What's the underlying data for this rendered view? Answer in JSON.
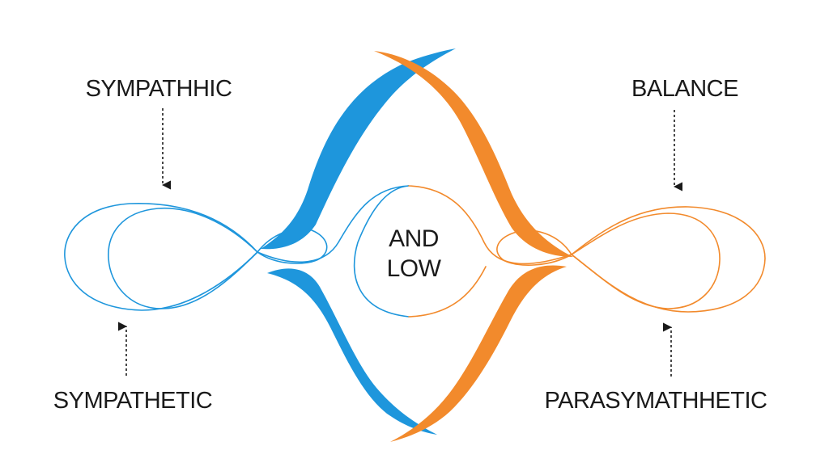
{
  "labels": {
    "top_left": "SYMPATHHIC",
    "top_right": "BALANCE",
    "bottom_left": "SYMPATHETIC",
    "bottom_right": "PARASYMATHHETIC",
    "center_line1": "AND",
    "center_line2": "LOW"
  },
  "colors": {
    "sympathetic": "#1e96dc",
    "parasympathetic": "#f28a2c",
    "text": "#1a1a1a",
    "background": "#ffffff"
  }
}
